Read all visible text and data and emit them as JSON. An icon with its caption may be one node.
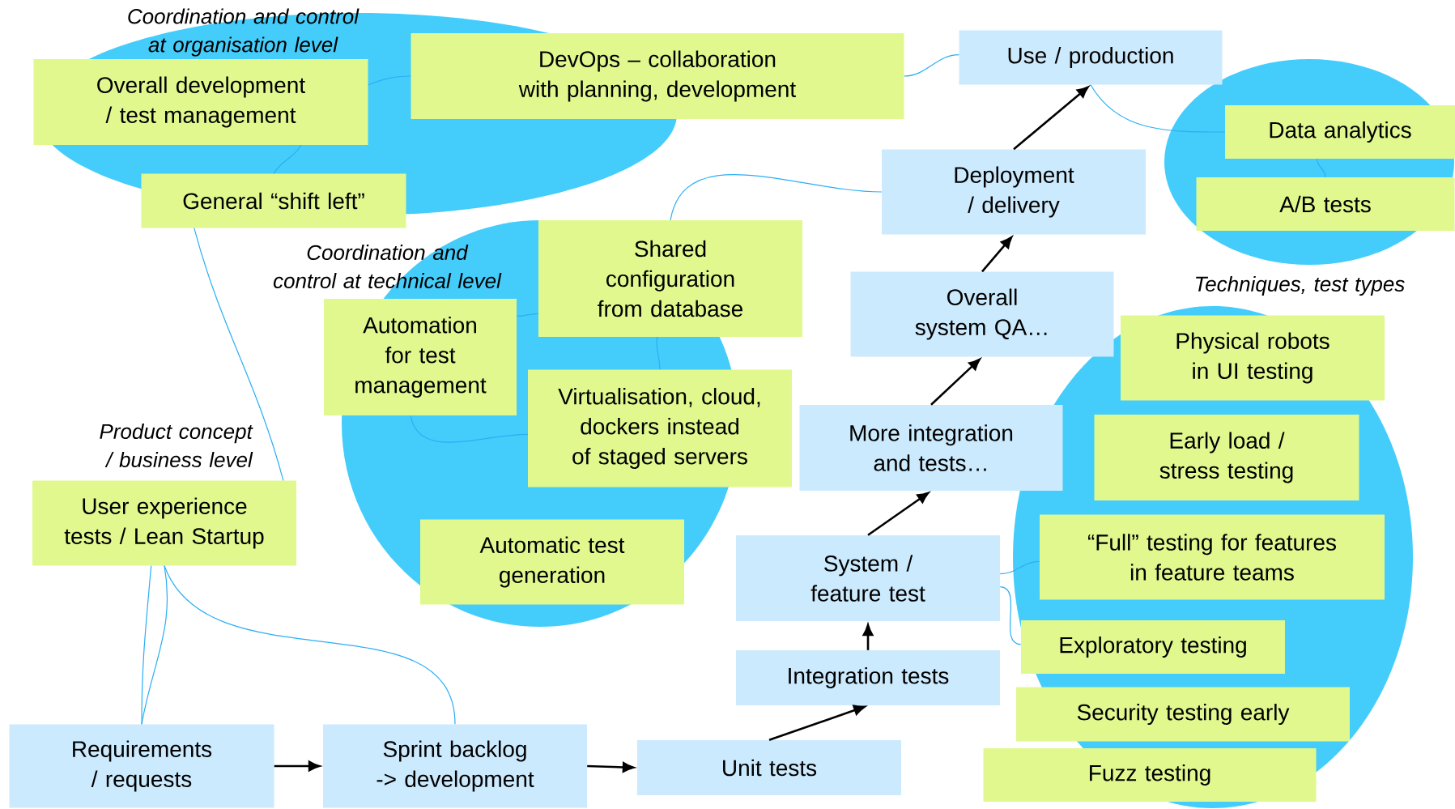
{
  "diagram": {
    "nodes": [
      {
        "text": [
          "Overall development / test management"
        ]
      },
      {
        "text": [
          "DevOps – collaboration with planning, development"
        ]
      },
      {
        "text": [
          "Use / production"
        ]
      },
      {
        "text": [
          "Data analytics"
        ]
      },
      {
        "text": [
          "A/B tests"
        ]
      },
      {
        "text": [
          "General “shift left”"
        ]
      },
      {
        "text": [
          "Deployment / delivery"
        ]
      },
      {
        "text": [
          "Shared configuration from database"
        ]
      },
      {
        "text": [
          "Automation for test management"
        ]
      },
      {
        "text": [
          "Virtualisation, cloud, dockers instead of staged servers"
        ]
      },
      {
        "text": [
          "Overall system QA…"
        ]
      },
      {
        "text": [
          "Physical robots in UI testing"
        ]
      },
      {
        "text": [
          "More integration and tests…"
        ]
      },
      {
        "text": [
          "Early load / stress testing"
        ]
      },
      {
        "text": [
          "User experience tests / Lean Startup"
        ]
      },
      {
        "text": [
          "Automatic test generation"
        ]
      },
      {
        "text": [
          "System / feature test"
        ]
      },
      {
        "text": [
          "“Full” testing for features in feature teams"
        ]
      },
      {
        "text": [
          "Integration tests"
        ]
      },
      {
        "text": [
          "Exploratory testing"
        ]
      },
      {
        "text": [
          "Security testing early"
        ]
      },
      {
        "text": [
          "Requirements / requests"
        ]
      },
      {
        "text": [
          "Sprint backlog -> development"
        ]
      },
      {
        "text": [
          "Unit tests"
        ]
      },
      {
        "text": [
          "Fuzz testing"
        ]
      }
    ],
    "edges": [
      {
        "from": 0,
        "to": 1,
        "arrow": "none"
      },
      {
        "from": 1,
        "to": 2,
        "arrow": "none"
      },
      {
        "from": 2,
        "to": 3,
        "arrow": "none"
      },
      {
        "from": 3,
        "to": 4,
        "arrow": "none"
      },
      {
        "from": 0,
        "to": 5,
        "arrow": "none"
      },
      {
        "from": 5,
        "to": 14,
        "arrow": "none"
      },
      {
        "from": 6,
        "to": 7,
        "arrow": "none"
      },
      {
        "from": 7,
        "to": 8,
        "arrow": "none"
      },
      {
        "from": 7,
        "to": 9,
        "arrow": "none"
      },
      {
        "from": 8,
        "to": 9,
        "arrow": "none"
      },
      {
        "from": 14,
        "to": 21,
        "arrow": "none"
      },
      {
        "from": 14,
        "to": 21,
        "arrow": "none"
      },
      {
        "from": 14,
        "to": 22,
        "arrow": "none"
      },
      {
        "from": 16,
        "to": 17,
        "arrow": "none"
      },
      {
        "from": 16,
        "to": 19,
        "arrow": "none"
      },
      {
        "from": 21,
        "to": 22,
        "arrow": "to",
        "color": "#000000"
      },
      {
        "from": 22,
        "to": 23,
        "arrow": "to",
        "color": "#000000"
      },
      {
        "from": 23,
        "to": 18,
        "arrow": "to",
        "color": "#000000"
      },
      {
        "from": 18,
        "to": 16,
        "arrow": "to",
        "color": "#000000"
      },
      {
        "from": 16,
        "to": 12,
        "arrow": "to",
        "color": "#000000"
      },
      {
        "from": 12,
        "to": 10,
        "arrow": "to",
        "color": "#000000"
      },
      {
        "from": 10,
        "to": 6,
        "arrow": "to",
        "color": "#000000"
      },
      {
        "from": 6,
        "to": 2,
        "arrow": "to",
        "color": "#000000"
      }
    ],
    "labels": [
      "Coordination and control at organisation level",
      "Coordination and control at technical level",
      "Techniques, test types",
      "Product concept / business level"
    ]
  }
}
